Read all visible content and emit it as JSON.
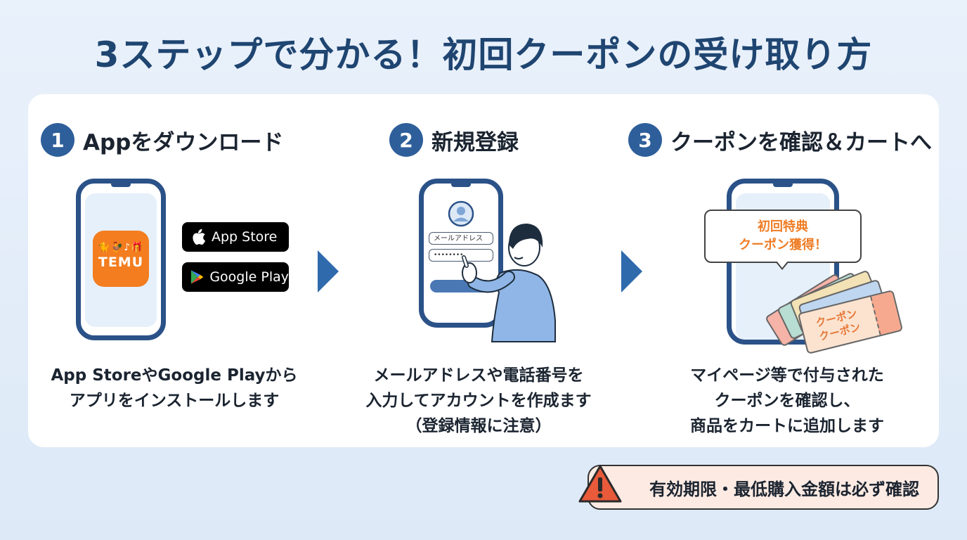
{
  "title": "3ステップで分かる！初回クーポンの受け取り方",
  "steps": [
    {
      "number": "1",
      "title": "Appをダウンロード",
      "caption_lines": [
        "App StoreやGoogle Playから",
        "アプリをインストールします"
      ],
      "app_logo_text": "TEMU",
      "app_logo_icons": "🐈🐓♪🎁",
      "stores": [
        {
          "label": "App Store",
          "icon": "apple-icon"
        },
        {
          "label": "Google Play",
          "icon": "google-play-icon"
        }
      ]
    },
    {
      "number": "2",
      "title": "新規登録",
      "caption_lines": [
        "メールアドレスや電話番号を",
        "入力してアカウントを作成ます",
        "（登録情報に注意）"
      ],
      "email_placeholder": "メールアドレス",
      "password_placeholder": "••••••••"
    },
    {
      "number": "3",
      "title": "クーポンを確認＆カートへ",
      "caption_lines": [
        "マイページ等で付与された",
        "クーポンを確認し、",
        "商品をカートに追加します"
      ],
      "bubble_lines": [
        "初回特典",
        "クーポン獲得！"
      ],
      "coupon_text_lines": [
        "クーポン",
        "クーポン"
      ]
    }
  ],
  "warning": {
    "text": "有効期限・最低購入金額は必ず確認",
    "icon": "warning-icon"
  },
  "colors": {
    "title": "#1f4571",
    "step_number_bg": "#2e5f9a",
    "arrow": "#2f6aac",
    "brand_orange": "#f37d1f",
    "warning_bg": "#fdebe3",
    "warning_icon": "#e85a3a"
  }
}
